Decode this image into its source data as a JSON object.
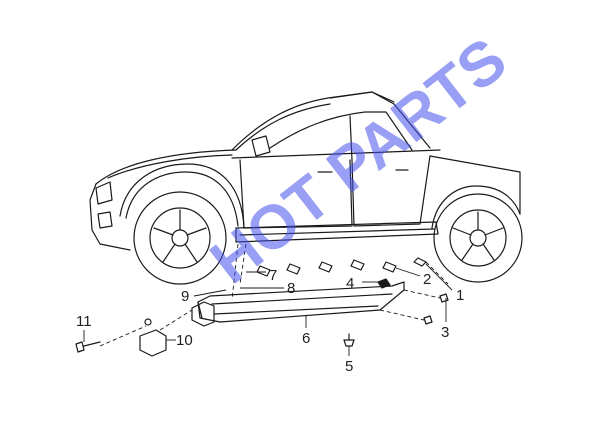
{
  "callouts": {
    "c1": "1",
    "c2": "2",
    "c3": "3",
    "c4": "4",
    "c5": "5",
    "c6": "6",
    "c7": "7",
    "c8": "8",
    "c9": "9",
    "c10": "10",
    "c11": "11"
  },
  "watermark": "HOT PARTS",
  "colors": {
    "line": "#1a1a1a",
    "watermark": "#4650eb"
  }
}
